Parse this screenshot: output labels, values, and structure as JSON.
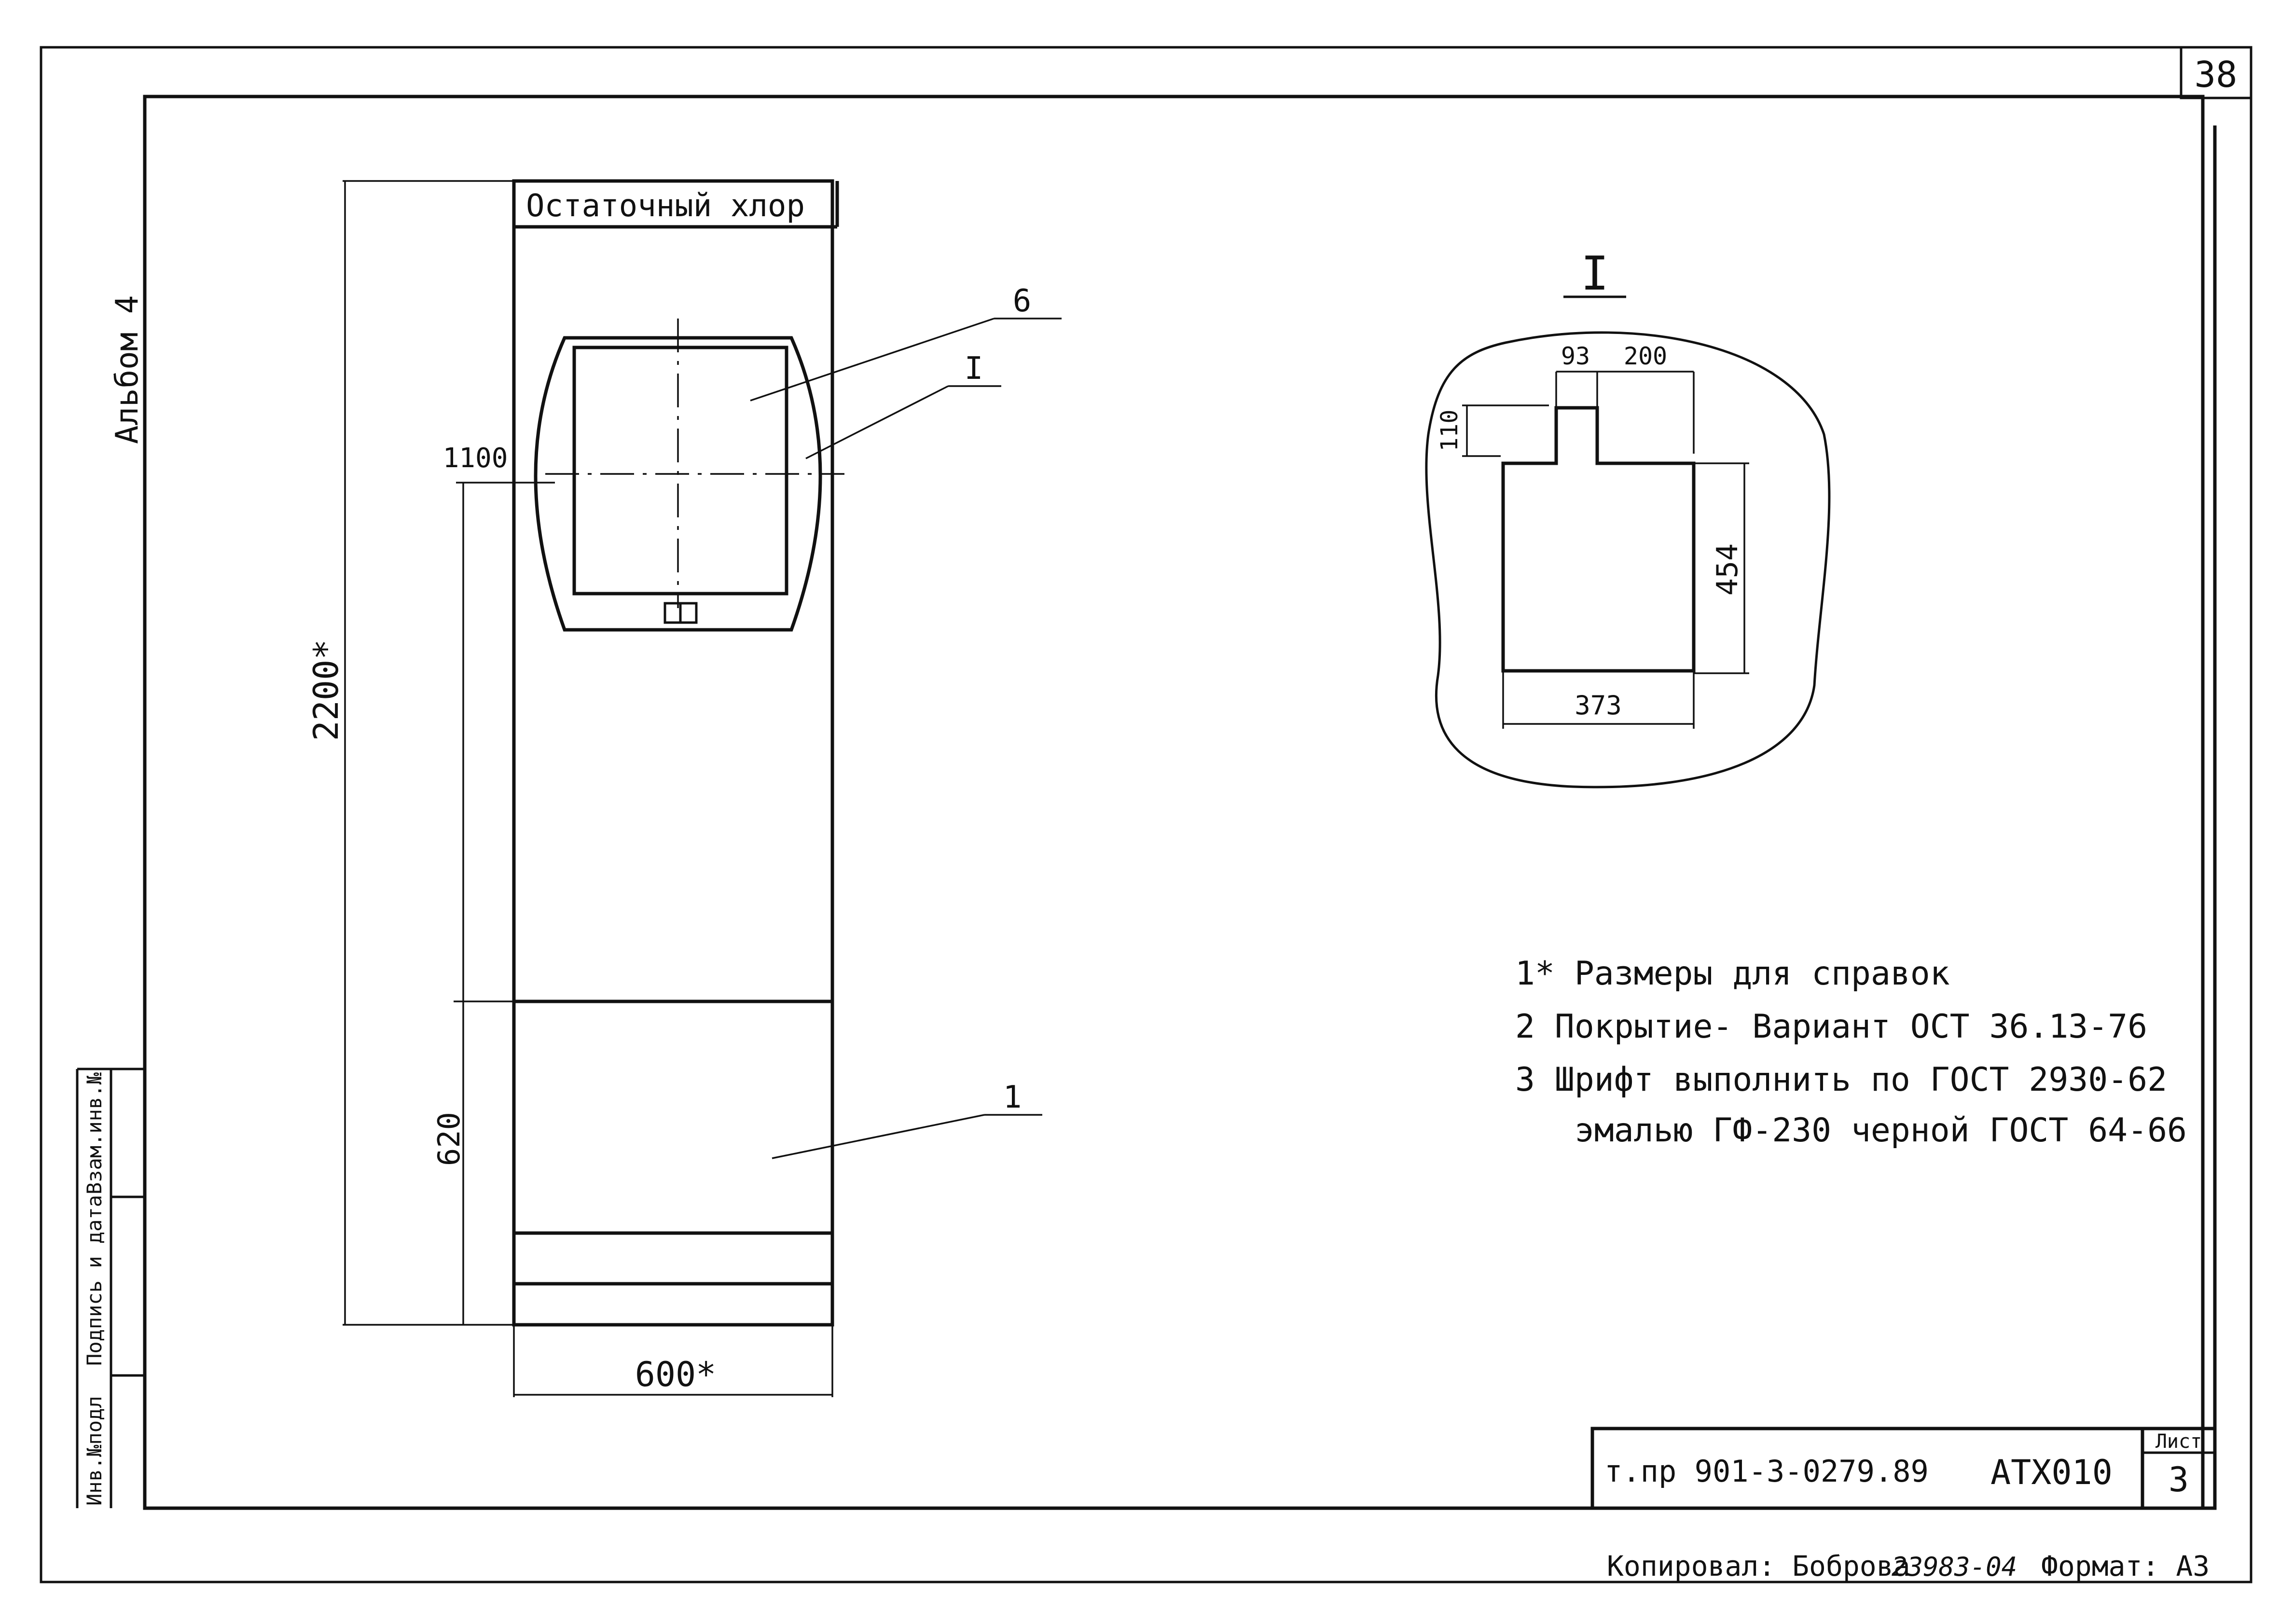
{
  "sheet": {
    "sheet_number": "38",
    "album": "Альбом 4",
    "corner_labels": [
      "Инв.№подл",
      "Подпись и дата",
      "Взам.инв.№"
    ]
  },
  "panel": {
    "title": "Остаточный хлор",
    "dim_total_height": "2200*",
    "dim_window_height": "1100",
    "dim_base_height": "620",
    "dim_width": "600*",
    "callout_6": "6",
    "callout_I": "I",
    "callout_1": "1"
  },
  "detail": {
    "title": "I",
    "dim_93": "93",
    "dim_200": "200",
    "dim_110": "110",
    "dim_454": "454",
    "dim_373": "373"
  },
  "notes": [
    "1* Размеры для справок",
    "2  Покрытие- Вариант ОСТ 36.13-76",
    "3  Шрифт выполнить по ГОСТ 2930-62",
    "   эмалью ГФ-230 черной ГОСТ 64-66"
  ],
  "title_block": {
    "doc_number": "т.пр 901-3-0279.89",
    "code": "АТХ010",
    "sheet_label": "Лист",
    "sheet_value": "3"
  },
  "footer": {
    "copied_by": "Копировал: Боброва",
    "order_number": "23983-04",
    "format": "Формат: А3"
  }
}
